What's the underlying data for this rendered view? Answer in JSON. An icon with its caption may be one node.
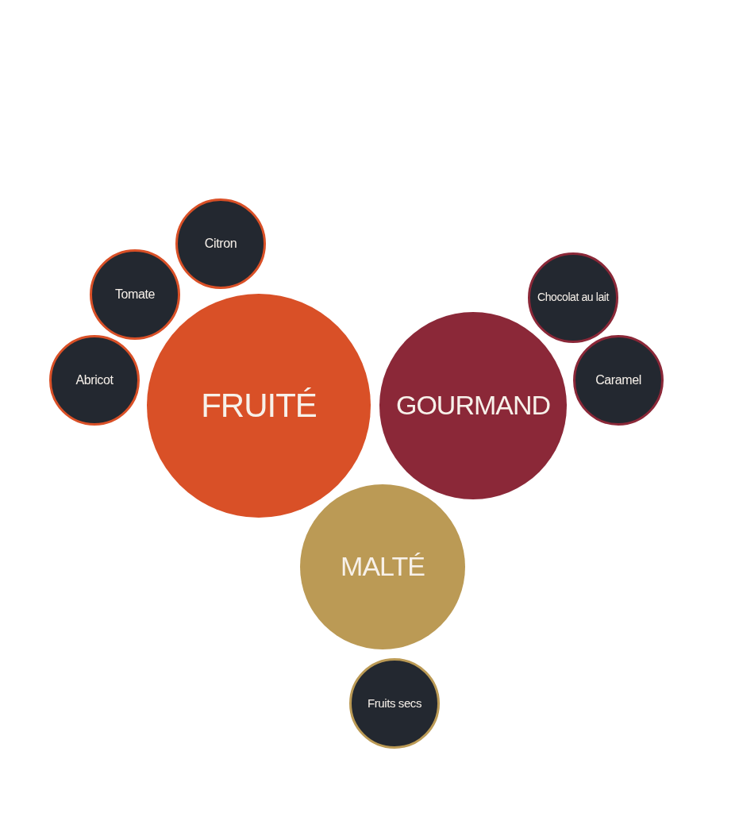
{
  "diagram": {
    "nodes": [
      {
        "text": [
          "Citron"
        ]
      },
      {
        "text": [
          "Tomate"
        ]
      },
      {
        "text": [
          "Chocolat au lait"
        ]
      },
      {
        "text": [
          "Abricot"
        ]
      },
      {
        "text": [
          "Caramel"
        ]
      },
      {
        "text": [
          "FRUITÉ"
        ]
      },
      {
        "text": [
          "GOURMAND"
        ]
      },
      {
        "text": [
          "MALTÉ"
        ]
      },
      {
        "text": [
          "Fruits secs"
        ]
      }
    ],
    "edges": []
  }
}
